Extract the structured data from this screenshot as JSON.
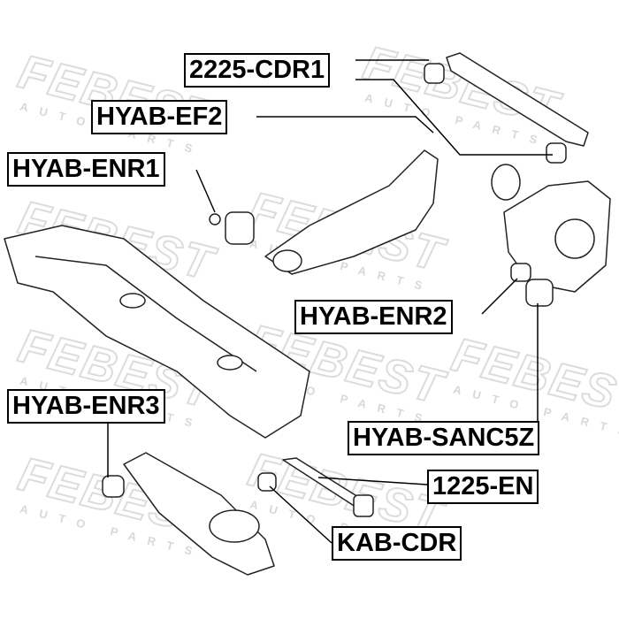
{
  "watermark": {
    "brand": "FEBEST",
    "tagline": "AUTO PARTS"
  },
  "labels": {
    "l1": "2225-CDR1",
    "l2": "HYAB-EF2",
    "l3": "HYAB-ENR1",
    "l4": "HYAB-ENR2",
    "l5": "HYAB-ENR3",
    "l6": "HYAB-SANC5Z",
    "l7": "1225-EN",
    "l8": "KAB-CDR"
  }
}
